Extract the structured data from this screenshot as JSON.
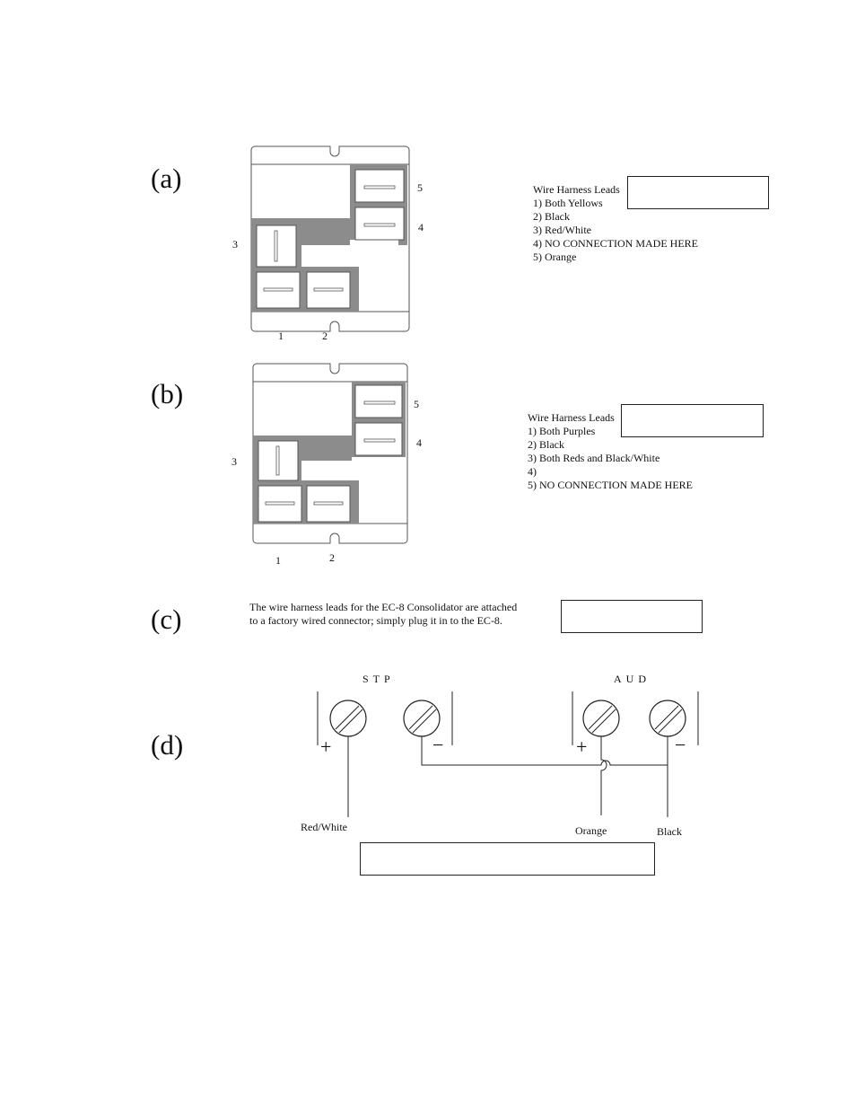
{
  "part_a": {
    "label": "(a)",
    "pins": [
      "1",
      "2",
      "3",
      "4",
      "5"
    ],
    "legend_title": "Wire Harness Leads",
    "legend_items": [
      "1) Both Yellows",
      "2) Black",
      "3) Red/White",
      "4) NO CONNECTION MADE HERE",
      "5) Orange"
    ]
  },
  "part_b": {
    "label": "(b)",
    "pins": [
      "1",
      "2",
      "3",
      "4",
      "5"
    ],
    "legend_title": "Wire Harness Leads",
    "legend_items": [
      "1) Both Purples",
      "2) Black",
      "3) Both Reds and Black/White",
      "4)",
      "5) NO CONNECTION MADE HERE"
    ]
  },
  "part_c": {
    "label": "(c)",
    "note_line1": "The wire harness leads for the EC-8 Consolidator are attached",
    "note_line2": "to a factory wired connector; simply plug it in to the EC-8."
  },
  "part_d": {
    "label": "(d)",
    "stp_title": "STP",
    "aud_title": "AUD",
    "plus": "+",
    "minus": "−",
    "wire_red_white": "Red/White",
    "wire_orange": "Orange",
    "wire_black": "Black"
  },
  "colors": {
    "ink": "#222222",
    "fill_gray": "#8c8c8c",
    "outline": "#555555"
  }
}
